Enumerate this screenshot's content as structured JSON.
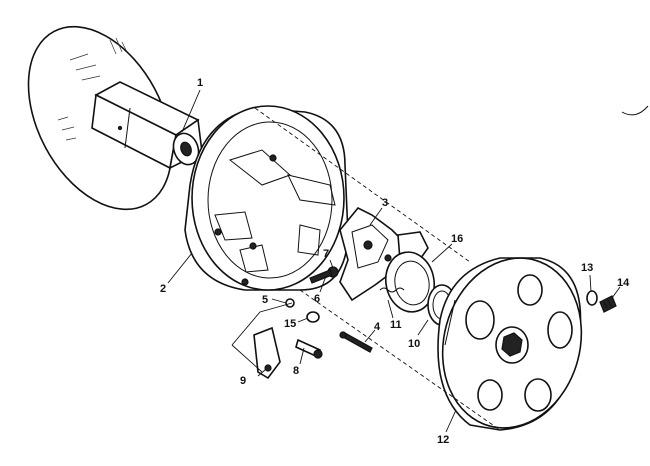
{
  "diagram": {
    "callouts": {
      "c1": "1",
      "c2": "2",
      "c3": "3",
      "c4": "4",
      "c5": "5",
      "c6": "6",
      "c7": "7",
      "c8": "8",
      "c9": "9",
      "c10": "10",
      "c11": "11",
      "c12": "12",
      "c13": "13",
      "c14": "14",
      "c15": "15",
      "c16": "16"
    },
    "colors": {
      "ink": "#111111",
      "paper": "#ffffff"
    }
  }
}
